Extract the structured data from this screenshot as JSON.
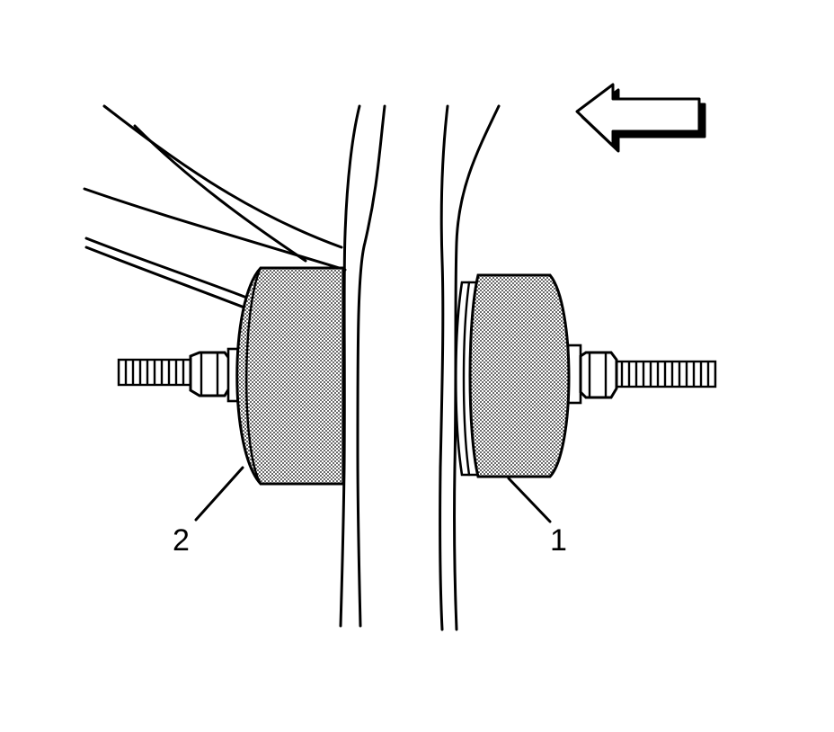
{
  "diagram": {
    "callouts": [
      {
        "id": "1",
        "label": "1"
      },
      {
        "id": "2",
        "label": "2"
      }
    ],
    "colors": {
      "line": "#000000",
      "background": "#ffffff",
      "tool_texture": "#9a9a9a"
    },
    "icons": [
      "direction-arrow-left-icon"
    ]
  }
}
